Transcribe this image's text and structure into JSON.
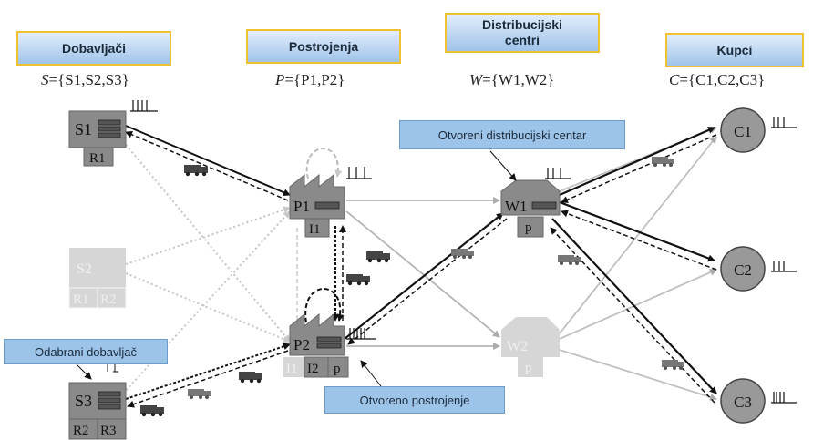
{
  "headers": {
    "suppliers": "Dobavljači",
    "plants": "Postrojenja",
    "dc_line1": "Distribucijski",
    "dc_line2": "centri",
    "customers": "Kupci"
  },
  "sets": {
    "suppliers": {
      "symbol": "S",
      "members": "={S1,S2,S3}"
    },
    "plants": {
      "symbol": "P",
      "members": "={P1,P2}"
    },
    "dcs": {
      "symbol": "W",
      "members": "={W1,W2}"
    },
    "customers": {
      "symbol": "C",
      "members": "={C1,C2,C3}"
    }
  },
  "callouts": {
    "open_dc": "Otvoreni distribucijski centar",
    "selected_supplier": "Odabrani dobavljač",
    "open_plant": "Otvoreno postrojenje"
  },
  "nodes": {
    "s1": {
      "label": "S1",
      "sub": [
        "R1"
      ]
    },
    "s2": {
      "label": "S2",
      "sub": [
        "R1",
        "R2"
      ]
    },
    "s3": {
      "label": "S3",
      "sub": [
        "R2",
        "R3"
      ]
    },
    "p1": {
      "label": "P1",
      "sub": [
        "I1"
      ]
    },
    "p2": {
      "label": "P2",
      "sub": [
        "I1",
        "I2",
        "p"
      ]
    },
    "w1": {
      "label": "W1",
      "sub": [
        "p"
      ]
    },
    "w2": {
      "label": "W2",
      "sub": [
        "p"
      ]
    },
    "c1": {
      "label": "C1"
    },
    "c2": {
      "label": "C2"
    },
    "c3": {
      "label": "C3"
    }
  },
  "colors": {
    "active_node": "#8a8a8a",
    "inactive_node": "#d6d6d6",
    "customer_node": "#999999",
    "header_bg": "#a9c9ec",
    "header_border": "#f0c232",
    "callout_bg": "#9cc3e8"
  }
}
